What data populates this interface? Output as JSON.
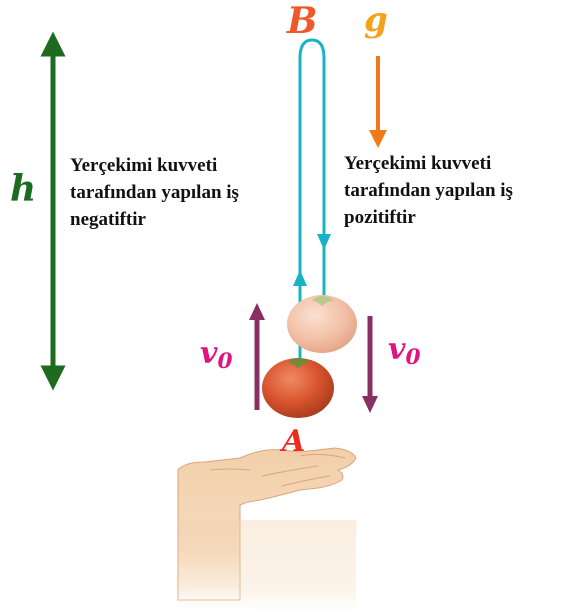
{
  "labels": {
    "h": "h",
    "B": "B",
    "g": "g",
    "A": "A",
    "v_left": "v",
    "v_left_sub": "0",
    "v_right": "v",
    "v_right_sub": "0"
  },
  "notes": {
    "left": [
      "Yerçekimi kuvveti",
      "tarafından yapılan iş",
      "negatiftir"
    ],
    "right": [
      "Yerçekimi kuvveti",
      "tarafından yapılan iş",
      "pozitiftir"
    ]
  },
  "colors": {
    "height_arrow": "#1d6b1f",
    "path": "#1ab3c4",
    "gravity_arrow": "#f07a1a",
    "velocity_arrow": "#8a2f64",
    "label_B": "#f0582a",
    "label_g": "#f5a21b",
    "label_A": "#ee2a1d",
    "label_h": "#1d6b1f",
    "label_v": "#e0137f",
    "tomato_bottom": "#d9542e",
    "tomato_top": "#f3c0a7",
    "hand": "#f2cfa9"
  }
}
